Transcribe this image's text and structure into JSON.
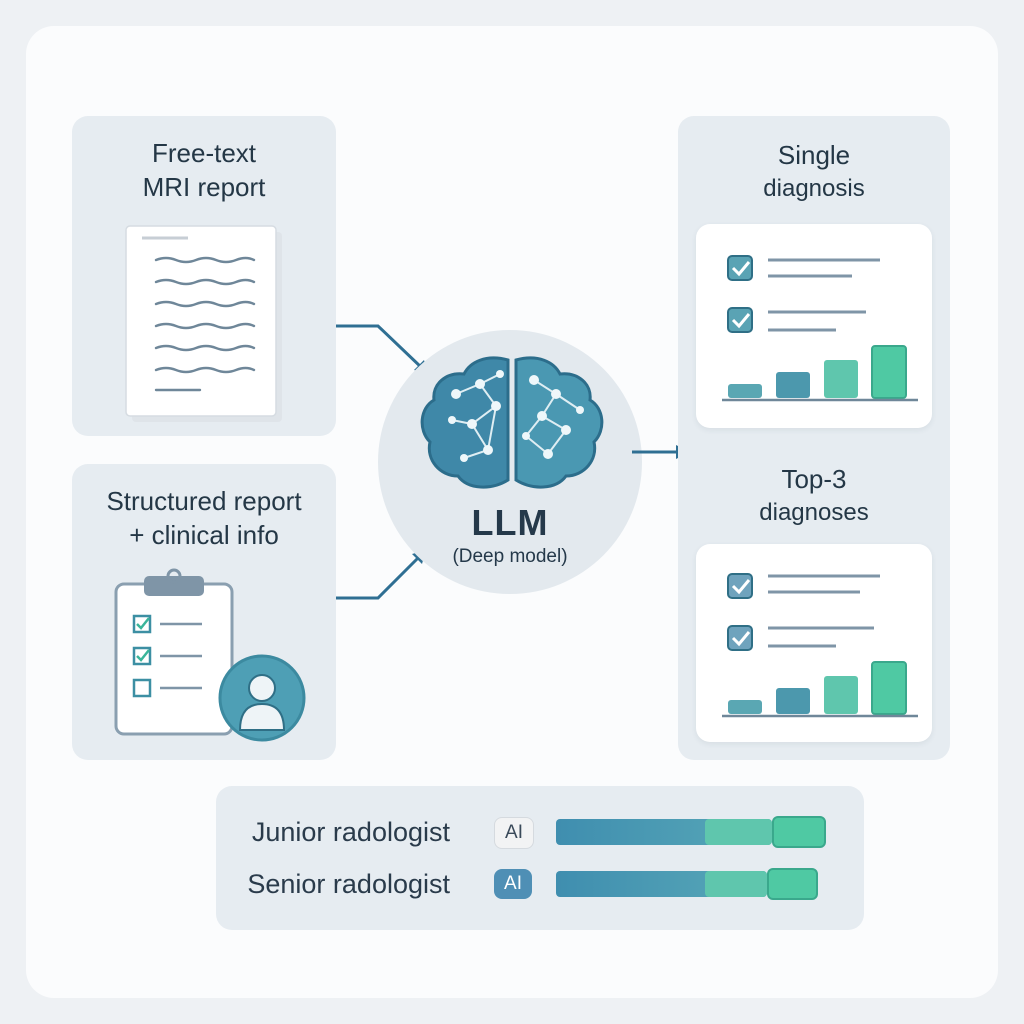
{
  "inputs": {
    "free_text": {
      "title_line1": "Free-text",
      "title_line2": "MRI report"
    },
    "structured": {
      "title_line1": "Structured report",
      "title_line2": "+ clinical info"
    }
  },
  "model": {
    "name": "LLM",
    "subtitle": "(Deep model)"
  },
  "outputs": {
    "single": {
      "title_line1": "Single",
      "title_line2": "diagnosis"
    },
    "top3": {
      "title_line1": "Top-3",
      "title_line2": "diagnoses"
    }
  },
  "comparison": {
    "rows": [
      {
        "label": "Junior radologist",
        "badge": "AI",
        "level_base": 0.55,
        "level_mid": 0.8,
        "level_end": 1.0
      },
      {
        "label": "Senior radologist",
        "badge": "AI",
        "level_base": 0.55,
        "level_mid": 0.78,
        "level_end": 0.97
      }
    ]
  },
  "colors": {
    "accent_blue": "#3f86a8",
    "accent_teal": "#4fc9a3",
    "arrow": "#2f6f93",
    "panel_bg": "#e6ecf1"
  },
  "icons": [
    "document-icon",
    "clipboard-icon",
    "user-avatar-icon",
    "brain-network-icon",
    "checkbox-icon",
    "bar-chart-icon",
    "arrow-icon"
  ]
}
